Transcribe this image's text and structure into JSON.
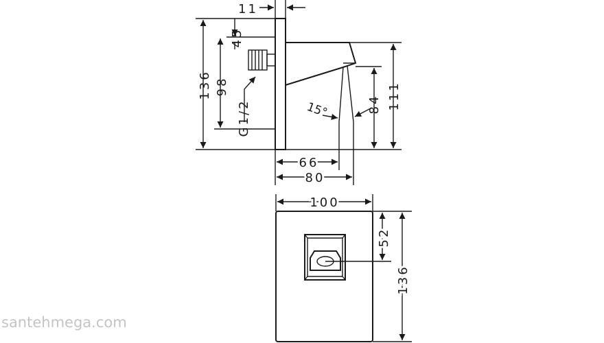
{
  "dimensions": {
    "top_width": "11",
    "overall_height_side": "136",
    "outlet_offset": "45",
    "outlet_height": "98",
    "thread": "G1/2",
    "angle": "15°",
    "spout_tip_height": "84",
    "spout_height": "111",
    "projection_66": "66",
    "projection_80": "80",
    "front_width": "100",
    "handle_offset": "52",
    "overall_height_front": "136"
  },
  "watermark": "santehmega.com"
}
